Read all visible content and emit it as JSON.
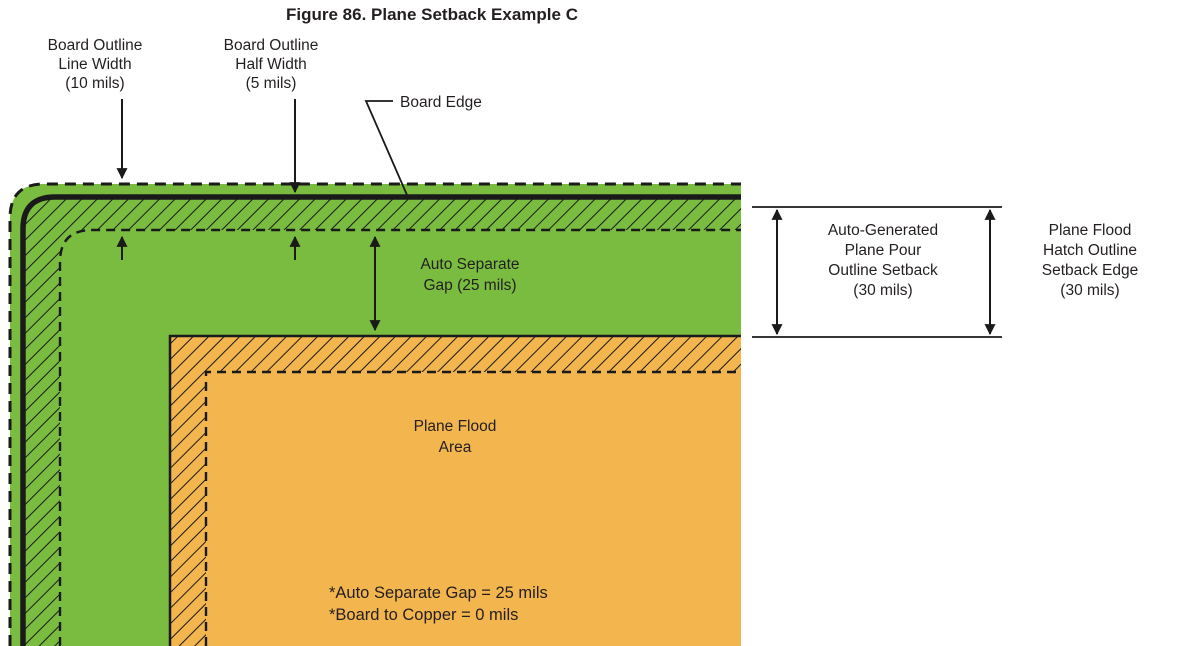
{
  "title": "Figure 86. Plane Setback Example C",
  "colors": {
    "board_green": "#79BC3F",
    "flood_orange": "#F3B54E"
  },
  "callouts": {
    "board_outline_line_width": [
      "Board Outline",
      "Line Width",
      "(10 mils)"
    ],
    "board_outline_half_width": [
      "Board Outline",
      "Half Width",
      "(5 mils)"
    ],
    "board_edge": "Board Edge",
    "auto_separate_gap": [
      "Auto Separate",
      "Gap (25 mils)"
    ]
  },
  "flood": {
    "area_label": [
      "Plane Flood",
      "Area"
    ],
    "notes": [
      "*Auto Separate Gap = 25 mils",
      "*Board to Copper = 0 mils"
    ]
  },
  "right_annotations": {
    "plane_pour_setback": [
      "Auto-Generated",
      "Plane Pour",
      "Outline Setback",
      "(30 mils)"
    ],
    "hatch_setback_edge": [
      "Plane Flood",
      "Hatch Outline",
      "Setback Edge",
      "(30 mils)"
    ]
  }
}
